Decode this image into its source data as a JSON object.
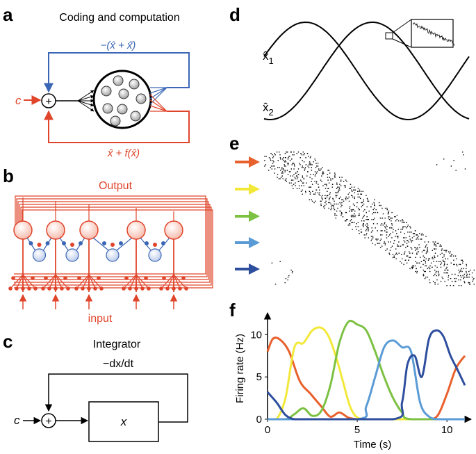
{
  "panels": {
    "a": {
      "label": "a",
      "title": "Coding and computation",
      "feedback_top": "−(x̂ + x̂̇)",
      "feedback_bottom": "x̂ + f(x̂)",
      "input": "c",
      "sum": "+"
    },
    "b": {
      "label": "b",
      "output": "Output",
      "input": "input"
    },
    "c": {
      "label": "c",
      "title": "Integrator",
      "feedback": "−dx/dt",
      "input": "c",
      "sum": "+",
      "block": "x"
    },
    "d": {
      "label": "d",
      "trace1": "x̂",
      "trace1_sub": "1",
      "trace2": "x̂",
      "trace2_sub": "2"
    },
    "e": {
      "label": "e",
      "arrow_colors": [
        "#e8602c",
        "#f2e83a",
        "#7cc142",
        "#5b9bd5",
        "#2e4e9e"
      ]
    },
    "f": {
      "label": "f"
    }
  },
  "colors": {
    "blue": "#3a66b5",
    "red": "#e0452b",
    "orange": "#e8602c",
    "yellow": "#f2e83a",
    "green": "#7cc142",
    "lightblue": "#5b9bd5",
    "darkblue": "#2e4e9e"
  },
  "chart_data": {
    "type": "line",
    "xlabel": "Time (s)",
    "ylabel": "Firing rate (Hz)",
    "xlim": [
      0,
      11
    ],
    "ylim": [
      0,
      11.5
    ],
    "xticks": [
      0,
      5,
      10
    ],
    "yticks": [
      0,
      5,
      10
    ],
    "series": [
      {
        "color": "#e8602c",
        "x": [
          0,
          0.3,
          0.7,
          1.2,
          1.8,
          2.4,
          3.0,
          3.5,
          4.0,
          4.5,
          5.0,
          5.5,
          6.0,
          7.0,
          8.0,
          9.0,
          9.5,
          10.0,
          10.5,
          11.0
        ],
        "y": [
          8.0,
          9.5,
          9.4,
          8.0,
          4.5,
          3.0,
          1.5,
          0.3,
          0.8,
          0.2,
          0,
          0,
          0,
          0,
          0,
          0,
          0.5,
          3.0,
          6.0,
          7.5
        ]
      },
      {
        "color": "#f2e83a",
        "x": [
          0,
          0.5,
          1.0,
          1.5,
          2.0,
          2.5,
          3.0,
          3.4,
          3.8,
          4.2,
          4.6,
          5.0,
          5.5,
          6.0,
          11.0
        ],
        "y": [
          0,
          0,
          2.5,
          8.5,
          9.0,
          10.5,
          10.8,
          9.8,
          7.5,
          4.5,
          1.5,
          0.2,
          0,
          0,
          0
        ]
      },
      {
        "color": "#7cc142",
        "x": [
          0,
          1.0,
          1.5,
          2.0,
          2.5,
          3.0,
          3.5,
          4.0,
          4.5,
          5.0,
          5.5,
          6.0,
          6.5,
          7.0,
          7.5,
          8.0,
          11.0
        ],
        "y": [
          0,
          0,
          0.6,
          1.3,
          0.4,
          1.0,
          4.0,
          9.0,
          11.5,
          11.2,
          10.5,
          8.0,
          5.0,
          2.5,
          0.8,
          0,
          0
        ]
      },
      {
        "color": "#5b9bd5",
        "x": [
          0,
          5.0,
          5.5,
          6.0,
          6.5,
          7.0,
          7.5,
          8.0,
          8.5,
          9.0,
          9.5,
          10.0,
          11.0
        ],
        "y": [
          0,
          0,
          1.5,
          5.0,
          8.5,
          9.3,
          8.5,
          8.0,
          2.0,
          0.3,
          0,
          0,
          0
        ]
      },
      {
        "color": "#2e4e9e",
        "x": [
          0,
          0.5,
          1.0,
          1.5,
          2.0,
          7.0,
          7.5,
          7.8,
          8.2,
          8.6,
          9.0,
          9.4,
          9.8,
          10.2,
          10.6,
          11.0
        ],
        "y": [
          3.2,
          2.0,
          0.5,
          0,
          0,
          0,
          2.0,
          6.5,
          7.5,
          5.0,
          9.5,
          10.5,
          9.8,
          7.5,
          5.8,
          4.0
        ]
      }
    ]
  }
}
